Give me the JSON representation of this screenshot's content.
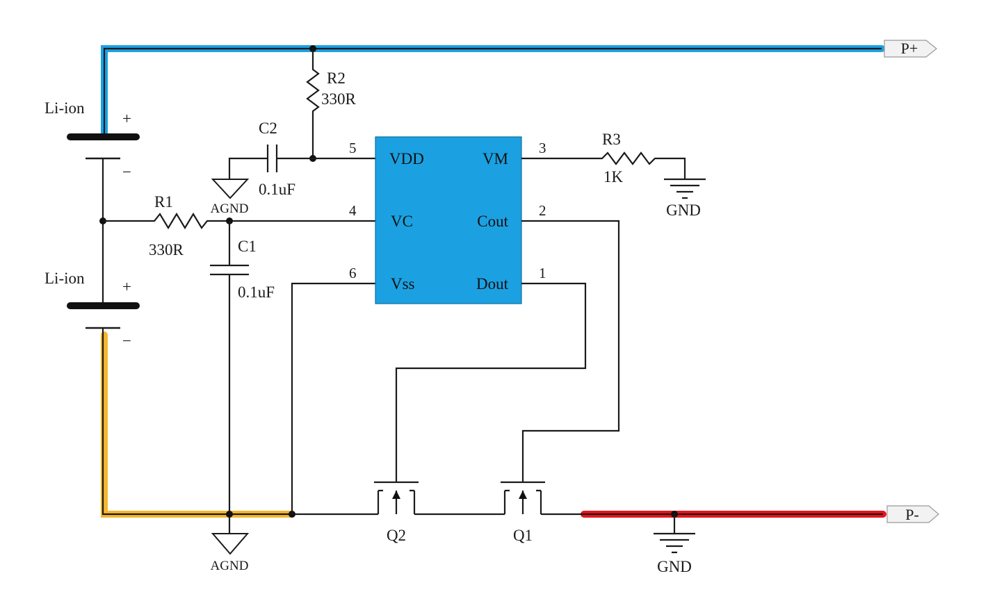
{
  "ports": {
    "p_plus": "P+",
    "p_minus": "P-"
  },
  "batteries": [
    {
      "label": "Li-ion",
      "plus": "+",
      "minus": "−"
    },
    {
      "label": "Li-ion",
      "plus": "+",
      "minus": "−"
    }
  ],
  "resistors": {
    "r1": {
      "name": "R1",
      "value": "330R"
    },
    "r2": {
      "name": "R2",
      "value": "330R"
    },
    "r3": {
      "name": "R3",
      "value": "1K"
    }
  },
  "capacitors": {
    "c1": {
      "name": "C1",
      "value": "0.1uF"
    },
    "c2": {
      "name": "C2",
      "value": "0.1uF"
    }
  },
  "grounds": {
    "agnd": "AGND",
    "gnd": "GND"
  },
  "ic": {
    "pins_left": [
      {
        "num": "5",
        "name": "VDD"
      },
      {
        "num": "4",
        "name": "VC"
      },
      {
        "num": "6",
        "name": "Vss"
      }
    ],
    "pins_right": [
      {
        "num": "3",
        "name": "VM"
      },
      {
        "num": "2",
        "name": "Cout"
      },
      {
        "num": "1",
        "name": "Dout"
      }
    ],
    "color": "#1ba1e2"
  },
  "transistors": {
    "q1": "Q1",
    "q2": "Q2"
  },
  "highlight_colors": {
    "p_plus_trace": "#1ba1e2",
    "battery_neg_trace": "#f5b731",
    "p_minus_trace": "#e8141c"
  }
}
